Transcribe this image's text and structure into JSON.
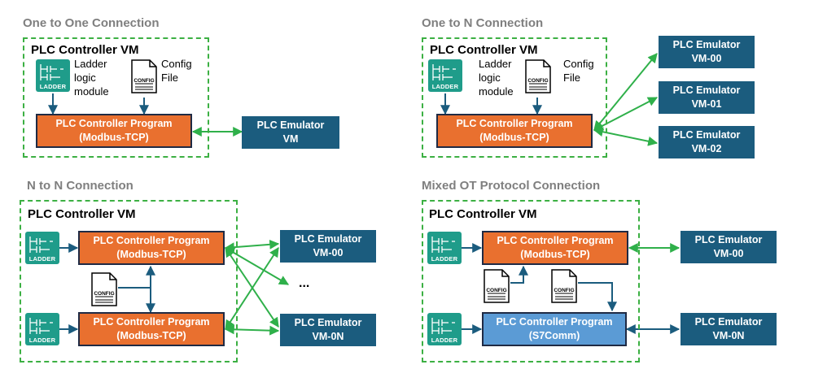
{
  "colors": {
    "vm_border": "#3cb043",
    "program_orange": "#e9702f",
    "program_blue": "#5b9bd5",
    "emulator": "#1b5c7e",
    "green_arrow": "#2fb04a",
    "blue_arrow": "#1b5c7e",
    "ladder_icon": "#1f9c8a",
    "section_title": "#7f7f7f"
  },
  "common": {
    "vm_title": "PLC Controller VM",
    "ladder_badge": "LADDER",
    "config_badge": "CONFIG",
    "ladder_text": [
      "Ladder",
      "logic",
      "module"
    ],
    "config_text": [
      "Config",
      "File"
    ]
  },
  "one_to_one": {
    "title": "One to One Connection",
    "program": [
      "PLC Controller Program",
      "(Modbus-TCP)"
    ],
    "emulator": [
      "PLC Emulator",
      "VM"
    ]
  },
  "one_to_n": {
    "title": "One to N Connection",
    "program": [
      "PLC Controller Program",
      "(Modbus-TCP)"
    ],
    "emulators": [
      [
        "PLC Emulator",
        "VM-00"
      ],
      [
        "PLC Emulator",
        "VM-01"
      ],
      [
        "PLC Emulator",
        "VM-02"
      ]
    ]
  },
  "n_to_n": {
    "title": "N to N Connection",
    "programs": [
      [
        "PLC Controller Program",
        "(Modbus-TCP)"
      ],
      [
        "PLC Controller Program",
        "(Modbus-TCP)"
      ]
    ],
    "emulators": [
      [
        "PLC Emulator",
        "VM-00"
      ],
      [
        "PLC Emulator",
        "VM-0N"
      ]
    ],
    "ellipsis": "..."
  },
  "mixed": {
    "title": "Mixed OT Protocol Connection",
    "programs": [
      [
        "PLC Controller Program",
        "(Modbus-TCP)"
      ],
      [
        "PLC Controller Program",
        "(S7Comm)"
      ]
    ],
    "emulators": [
      [
        "PLC Emulator",
        "VM-00"
      ],
      [
        "PLC Emulator",
        "VM-0N"
      ]
    ]
  }
}
